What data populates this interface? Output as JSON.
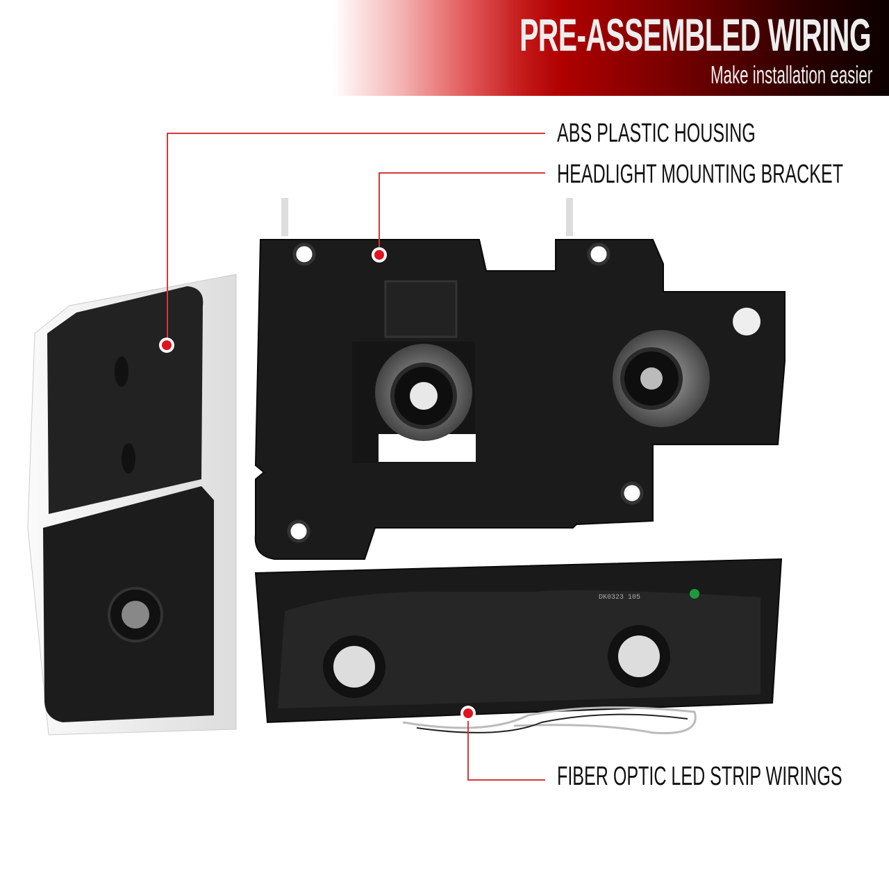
{
  "banner": {
    "title": "PRE-ASSEMBLED WIRING",
    "subtitle": "Make installation easier"
  },
  "callouts": [
    {
      "label": "ABS PLASTIC HOUSING"
    },
    {
      "label": "HEADLIGHT MOUNTING BRACKET"
    },
    {
      "label": "FIBER OPTIC LED STRIP WIRINGS"
    }
  ],
  "product_marking": "DK0323 105",
  "colors": {
    "accent": "#e0141e",
    "callout_line": "#d33a3a",
    "housing": "#1a1a1a"
  }
}
